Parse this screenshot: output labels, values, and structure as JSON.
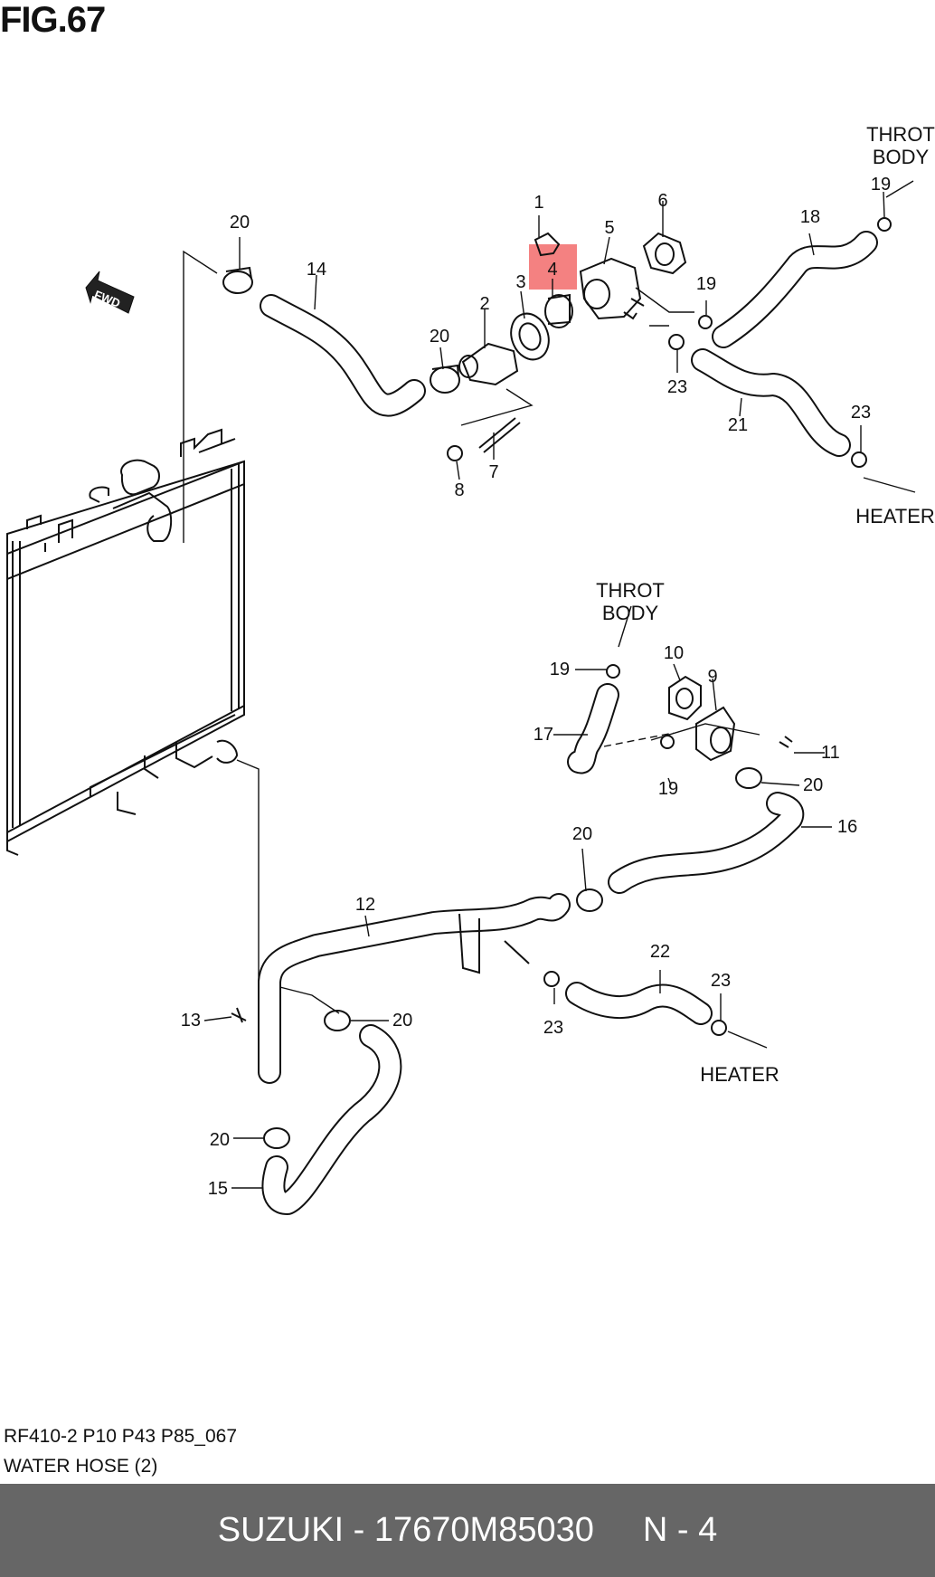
{
  "figure": {
    "title": "FIG.67"
  },
  "fwd_label": "FWD",
  "destinations": {
    "throt_body_top_line1": "THROT",
    "throt_body_top_line2": "BODY",
    "heater_top": "HEATER",
    "throt_body_mid_line1": "THROT",
    "throt_body_mid_line2": "BODY",
    "heater_bottom": "HEATER"
  },
  "callouts": {
    "c1": "1",
    "c2": "2",
    "c3": "3",
    "c4": "4",
    "c5": "5",
    "c6": "6",
    "c7": "7",
    "c8": "8",
    "c9": "9",
    "c10": "10",
    "c11": "11",
    "c12": "12",
    "c13": "13",
    "c14": "14",
    "c15": "15",
    "c16": "16",
    "c17": "17",
    "c18": "18",
    "c19a": "19",
    "c19b": "19",
    "c19c": "19",
    "c19d": "19",
    "c20a": "20",
    "c20b": "20",
    "c20c": "20",
    "c20d": "20",
    "c20e": "20",
    "c20f": "20",
    "c21": "21",
    "c22": "22",
    "c23a": "23",
    "c23b": "23",
    "c23c": "23",
    "c23d": "23"
  },
  "highlight": {
    "part": "4",
    "color": "#f26b6b"
  },
  "caption": {
    "ref_code": "RF410-2 P10 P43 P85_067",
    "diagram_name": "WATER HOSE (2)"
  },
  "footer": {
    "brand_part": "SUZUKI - 17670M85030",
    "position": "N - 4",
    "background": "#666666"
  }
}
